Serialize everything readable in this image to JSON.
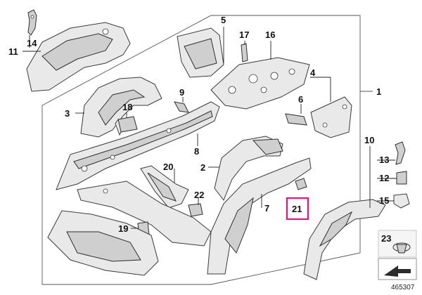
{
  "diagram": {
    "callouts": {
      "c1": "1",
      "c3": "3",
      "c4": "4",
      "c5": "5",
      "c6": "6",
      "c7": "7",
      "c8": "8",
      "c9": "9",
      "c10": "10",
      "c11": "11",
      "c2": "2",
      "c12": "12",
      "c13": "13",
      "c14": "14",
      "c15": "15",
      "c16": "16",
      "c17": "17",
      "c18": "18",
      "c19": "19",
      "c20": "20",
      "c21": "21",
      "c22": "22",
      "c23": "23"
    },
    "highlighted_part": "21",
    "document_number": "465307",
    "colors": {
      "highlight": "#e0147a",
      "line": "#3a3a3a",
      "part_fill": "#e9e9e9"
    }
  }
}
